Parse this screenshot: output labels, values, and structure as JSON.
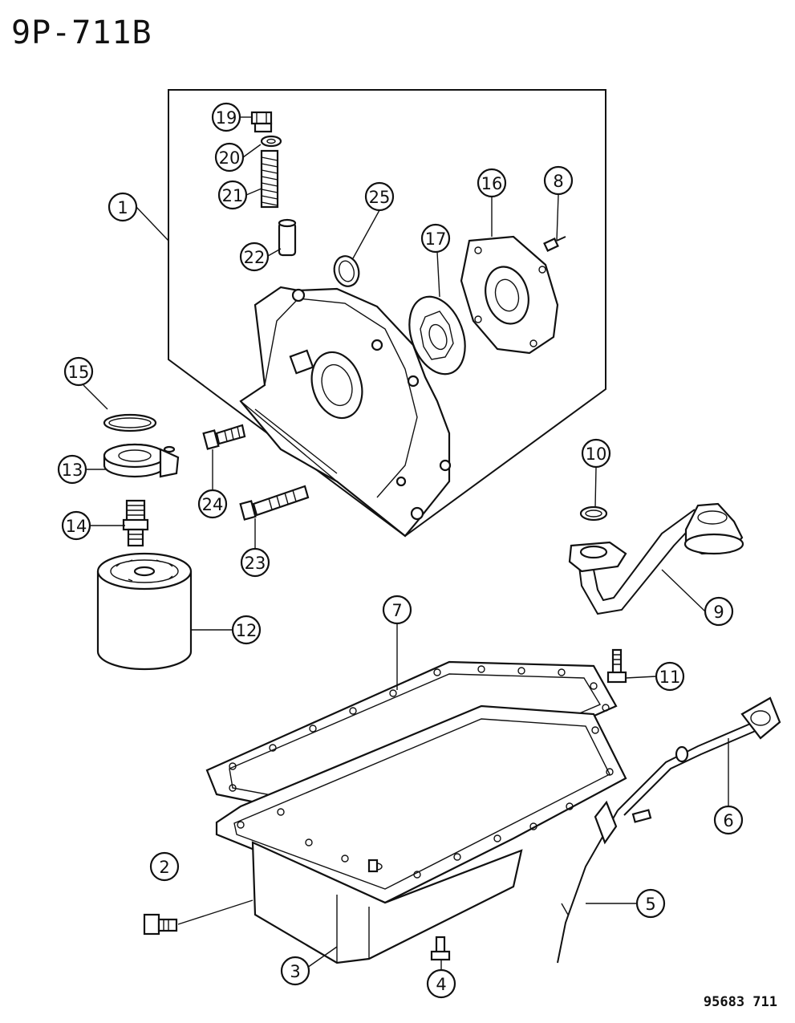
{
  "diagram": {
    "title": "9P-711B",
    "catalog_number": "95683 711",
    "callouts": [
      {
        "id": "c1",
        "label": "1"
      },
      {
        "id": "c2",
        "label": "2"
      },
      {
        "id": "c3",
        "label": "3"
      },
      {
        "id": "c4",
        "label": "4"
      },
      {
        "id": "c5",
        "label": "5"
      },
      {
        "id": "c6",
        "label": "6"
      },
      {
        "id": "c7",
        "label": "7"
      },
      {
        "id": "c8",
        "label": "8"
      },
      {
        "id": "c9",
        "label": "9"
      },
      {
        "id": "c10",
        "label": "10"
      },
      {
        "id": "c11",
        "label": "11"
      },
      {
        "id": "c12",
        "label": "12"
      },
      {
        "id": "c13",
        "label": "13"
      },
      {
        "id": "c14",
        "label": "14"
      },
      {
        "id": "c15",
        "label": "15"
      },
      {
        "id": "c16",
        "label": "16"
      },
      {
        "id": "c17",
        "label": "17"
      },
      {
        "id": "c19",
        "label": "19"
      },
      {
        "id": "c20",
        "label": "20"
      },
      {
        "id": "c21",
        "label": "21"
      },
      {
        "id": "c22",
        "label": "22"
      },
      {
        "id": "c23",
        "label": "23"
      },
      {
        "id": "c24",
        "label": "24"
      },
      {
        "id": "c25",
        "label": "25"
      }
    ]
  }
}
